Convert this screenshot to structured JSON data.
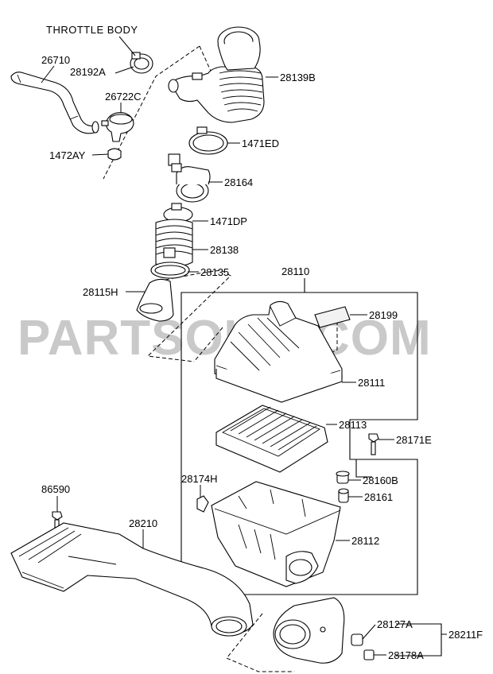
{
  "watermark": "PARTSOUQ.COM",
  "header_label": "THROTTLE BODY",
  "labels": {
    "p26710": "26710",
    "p28192A": "28192A",
    "p26722C": "26722C",
    "p1472AY": "1472AY",
    "p28139B": "28139B",
    "p1471ED": "1471ED",
    "p28164": "28164",
    "p1471DP": "1471DP",
    "p28138": "28138",
    "p28135": "28135",
    "p28115H": "28115H",
    "p28110": "28110",
    "p28199": "28199",
    "p28111": "28111",
    "p28113": "28113",
    "p28171E": "28171E",
    "p28174H": "28174H",
    "p28160B": "28160B",
    "p28161": "28161",
    "p86590": "86590",
    "p28210": "28210",
    "p28112": "28112",
    "p28127A": "28127A",
    "p28211F": "28211F",
    "p28178A": "28178A"
  }
}
